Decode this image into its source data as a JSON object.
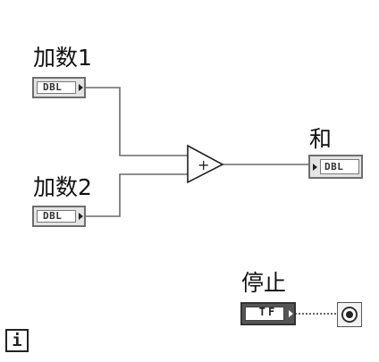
{
  "addend1": {
    "label": "加数1",
    "dtype": "DBL"
  },
  "addend2": {
    "label": "加数2",
    "dtype": "DBL"
  },
  "sum": {
    "label": "和",
    "dtype": "DBL"
  },
  "add_node": {
    "symbol": "+"
  },
  "stop": {
    "label": "停止",
    "dtype": "TF"
  },
  "loop_info": {
    "glyph": "i"
  },
  "colors": {
    "wire": "#6a6a6a",
    "terminal_bg": "#e4e4e4",
    "bool_terminal": "#555555"
  }
}
